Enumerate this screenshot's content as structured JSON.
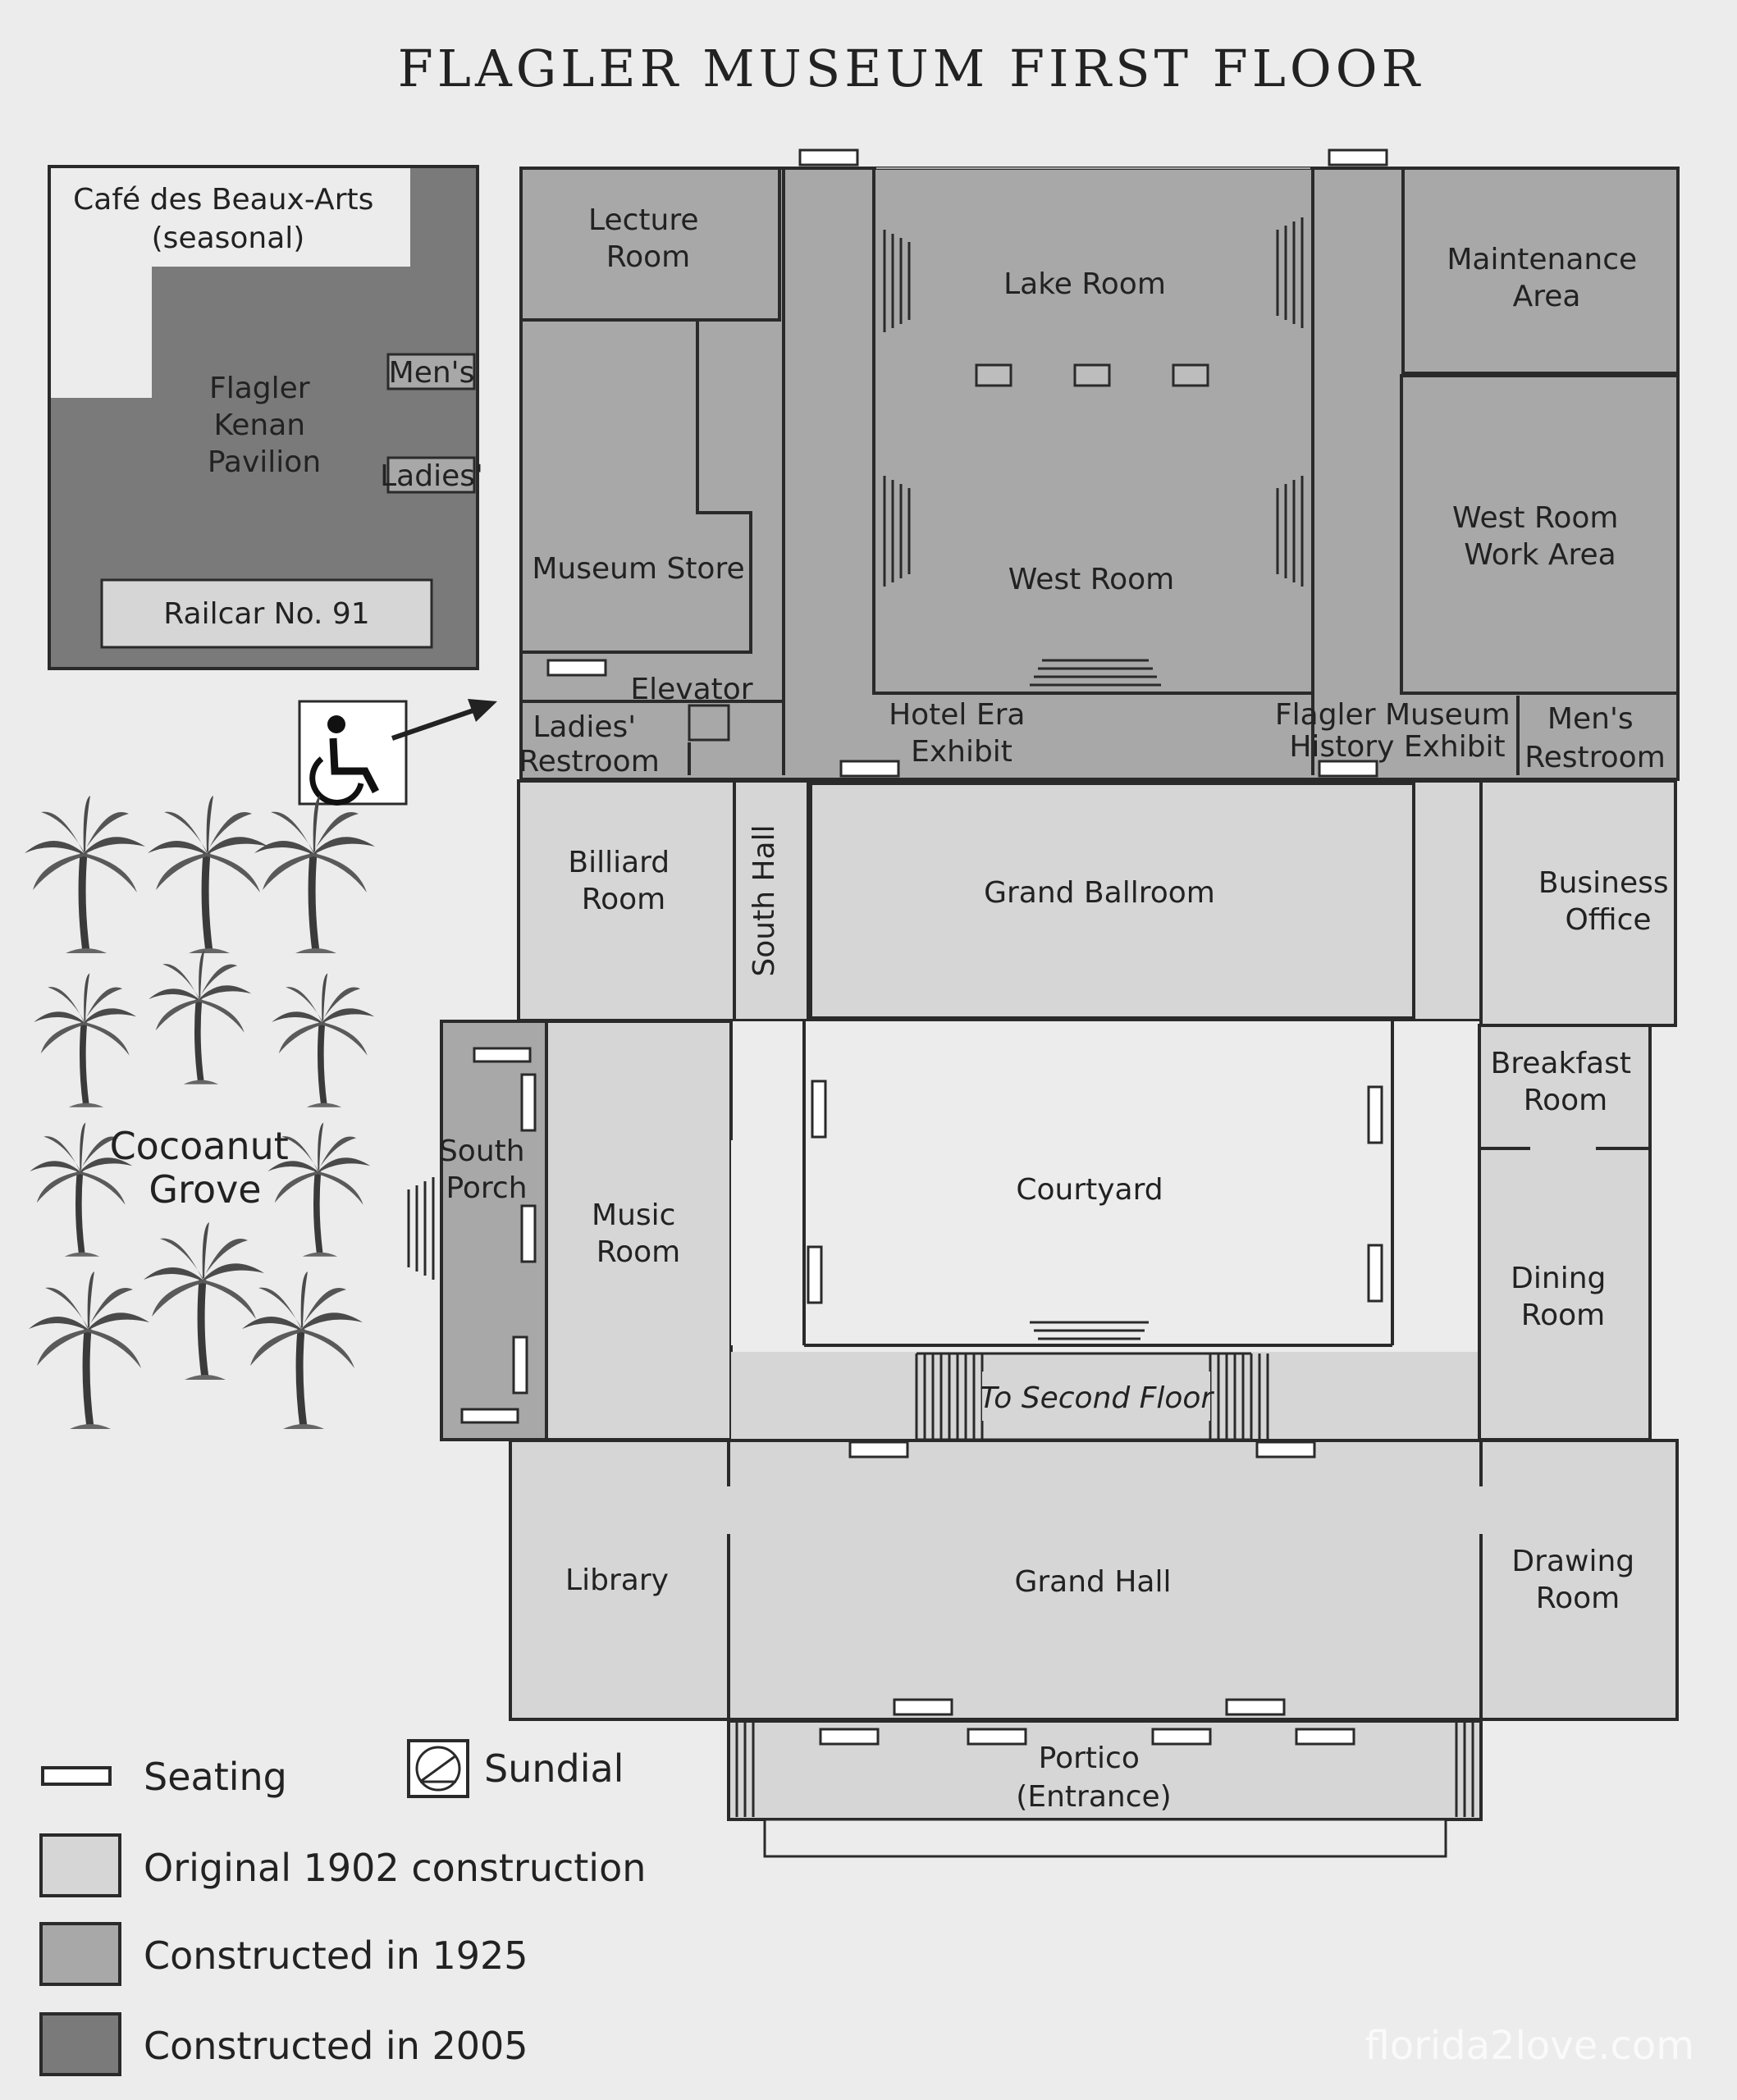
{
  "title": "FLAGLER MUSEUM FIRST FLOOR",
  "colors": {
    "background": "#ececec",
    "original_1902": "#d6d6d6",
    "constructed_1925": "#a8a8a8",
    "constructed_2005": "#7a7a7a",
    "outline": "#2a2a2a"
  },
  "pavilion": {
    "cafe": [
      "Café des Beaux-Arts",
      "(seasonal)"
    ],
    "pavilion": [
      "Flagler",
      "Kenan",
      "Pavilion"
    ],
    "mens": "Men's",
    "ladies": "Ladies'",
    "railcar": "Railcar No. 91"
  },
  "rooms": {
    "lecture_room": [
      "Lecture",
      "Room"
    ],
    "lake_room": "Lake Room",
    "west_room": "West Room",
    "maintenance_area": [
      "Maintenance",
      "Area"
    ],
    "west_room_work_area": [
      "West Room",
      "Work Area"
    ],
    "museum_store": "Museum Store",
    "elevator": "Elevator",
    "ladies_restroom": [
      "Ladies'",
      "Restroom"
    ],
    "hotel_era_exhibit": [
      "Hotel Era",
      "Exhibit"
    ],
    "history_exhibit": [
      "Flagler Museum",
      "History Exhibit"
    ],
    "mens_restroom": [
      "Men's",
      "Restroom"
    ],
    "billiard_room": [
      "Billiard",
      "Room"
    ],
    "south_hall": "South Hall",
    "grand_ballroom": "Grand Ballroom",
    "business_office": [
      "Business",
      "Office"
    ],
    "south_porch": [
      "South",
      "Porch"
    ],
    "music_room": [
      "Music",
      "Room"
    ],
    "courtyard": "Courtyard",
    "breakfast_room": [
      "Breakfast",
      "Room"
    ],
    "dining_room": [
      "Dining",
      "Room"
    ],
    "to_second_floor": "To Second Floor",
    "library": "Library",
    "grand_hall": "Grand Hall",
    "drawing_room": [
      "Drawing",
      "Room"
    ],
    "portico": [
      "Portico",
      "(Entrance)"
    ]
  },
  "grove": [
    "Cocoanut",
    "Grove"
  ],
  "legend": {
    "seating": "Seating",
    "sundial": "Sundial",
    "original": "Original 1902 construction",
    "c1925": "Constructed in 1925",
    "c2005": "Constructed in 2005"
  },
  "icons": {
    "accessibility": "wheelchair-icon",
    "grove": "palm-tree-icon",
    "sundial": "sundial-icon"
  },
  "watermark": "florida2love.com"
}
